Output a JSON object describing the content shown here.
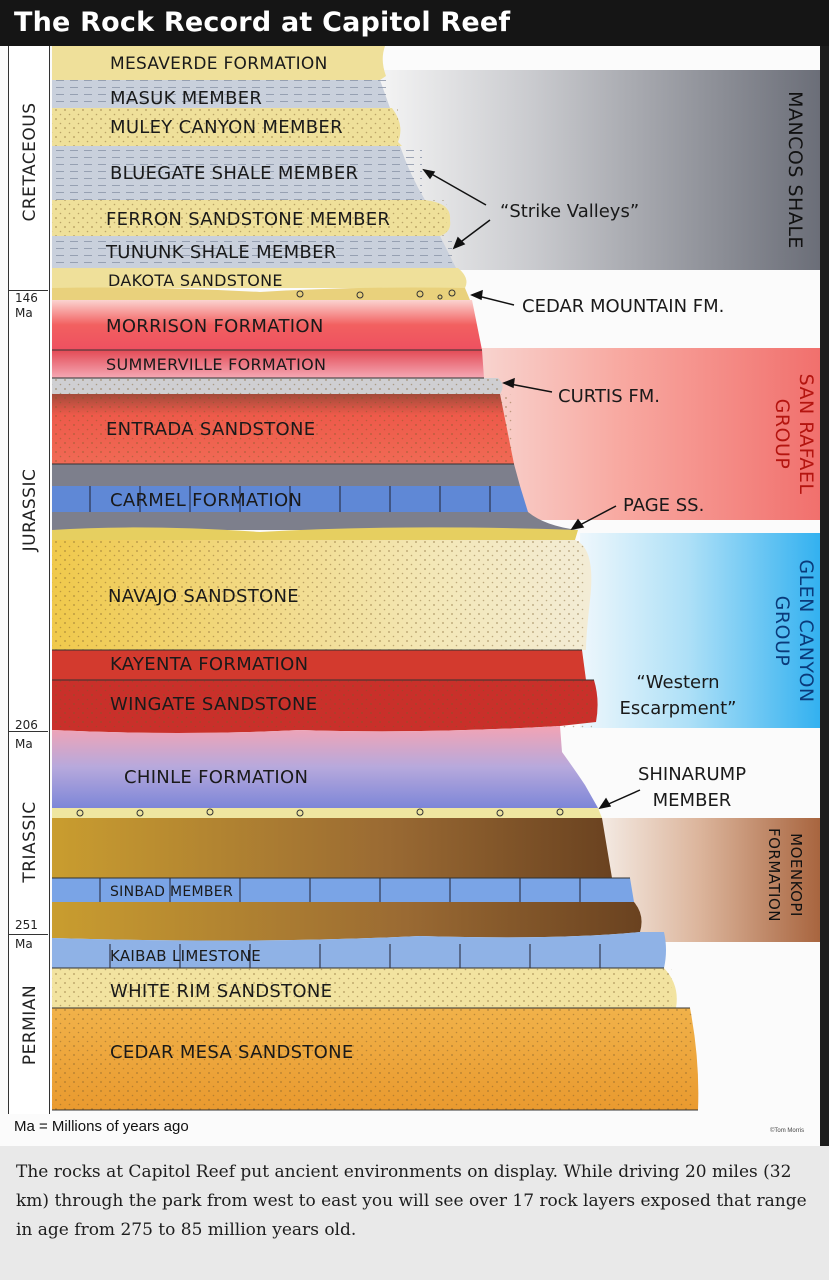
{
  "title": "The Rock Record at Capitol Reef",
  "periods": [
    {
      "id": "cretaceous",
      "label": "CRETACEOUS"
    },
    {
      "id": "jurassic",
      "label": "JURASSIC"
    },
    {
      "id": "triassic",
      "label": "TRIASSIC"
    },
    {
      "id": "permian",
      "label": "PERMIAN"
    }
  ],
  "age_markers": [
    {
      "value": "146",
      "unit": "Ma"
    },
    {
      "value": "206",
      "unit": "Ma"
    },
    {
      "value": "251",
      "unit": "Ma"
    }
  ],
  "layers": [
    {
      "id": "mesaverde",
      "label": "MESAVERDE FORMATION",
      "color": "#efe09a"
    },
    {
      "id": "masuk",
      "label": "MASUK MEMBER",
      "color": "#c9d0dc"
    },
    {
      "id": "muley",
      "label": "MULEY CANYON MEMBER",
      "color": "#efe09a"
    },
    {
      "id": "bluegate",
      "label": "BLUEGATE SHALE MEMBER",
      "color": "#c9d0dc"
    },
    {
      "id": "ferron",
      "label": "FERRON SANDSTONE MEMBER",
      "color": "#efe09a"
    },
    {
      "id": "tununk",
      "label": "TUNUNK SHALE MEMBER",
      "color": "#c9d0dc"
    },
    {
      "id": "dakota",
      "label": "DAKOTA SANDSTONE",
      "color": "#efe09a"
    },
    {
      "id": "morrison",
      "label": "MORRISON FORMATION",
      "color": "#f26a6a"
    },
    {
      "id": "summerville",
      "label": "SUMMERVILLE FORMATION",
      "color": "#f08a8a"
    },
    {
      "id": "entrada",
      "label": "ENTRADA SANDSTONE",
      "color": "#ee5a4a"
    },
    {
      "id": "carmel",
      "label": "CARMEL FORMATION",
      "color": "#7fa2dc"
    },
    {
      "id": "navajo",
      "label": "NAVAJO SANDSTONE",
      "color": "#f1d677"
    },
    {
      "id": "kayenta",
      "label": "KAYENTA FORMATION",
      "color": "#d8392e"
    },
    {
      "id": "wingate",
      "label": "WINGATE SANDSTONE",
      "color": "#d8392e"
    },
    {
      "id": "chinle",
      "label": "CHINLE FORMATION",
      "color": "#a59fd8"
    },
    {
      "id": "sinbad",
      "label": "SINBAD MEMBER",
      "color": "#8fb2e6"
    },
    {
      "id": "kaibab",
      "label": "KAIBAB LIMESTONE",
      "color": "#8fb2e6"
    },
    {
      "id": "whiterim",
      "label": "WHITE RIM SANDSTONE",
      "color": "#f2e3a0"
    },
    {
      "id": "cedarmesa",
      "label": "CEDAR MESA SANDSTONE",
      "color": "#f0a83a"
    }
  ],
  "groups": [
    {
      "id": "mancos",
      "label": "MANCOS SHALE",
      "color": "#6b6e78"
    },
    {
      "id": "sanrafael",
      "label_line1": "SAN RAFAEL",
      "label_line2": "GROUP",
      "color": "#f1706d",
      "text_color": "#b4140f"
    },
    {
      "id": "glencanyon",
      "label_line1": "GLEN CANYON",
      "label_line2": "GROUP",
      "color": "#33b1f0",
      "text_color": "#0a3a7a"
    },
    {
      "id": "moenkopi",
      "label_line1": "MOENKOPI",
      "label_line2": "FORMATION",
      "color": "#b4704a",
      "text_color": "#111111"
    }
  ],
  "callouts": {
    "strike_valleys": "“Strike Valleys”",
    "cedar_mountain": "CEDAR MOUNTAIN FM.",
    "curtis": "CURTIS FM.",
    "page": "PAGE SS.",
    "western_line1": "“Western",
    "western_line2": "Escarpment”",
    "shinarump_line1": "SHINARUMP",
    "shinarump_line2": "MEMBER"
  },
  "footnote": "Ma = Millions of years ago",
  "credit": "©Tom Morris",
  "caption": "The rocks at Capitol Reef put ancient environments on display. While driving 20 miles (32 km) through the park from west to east you will see over 17 rock layers exposed that range in age from 275 to 85 million years old."
}
